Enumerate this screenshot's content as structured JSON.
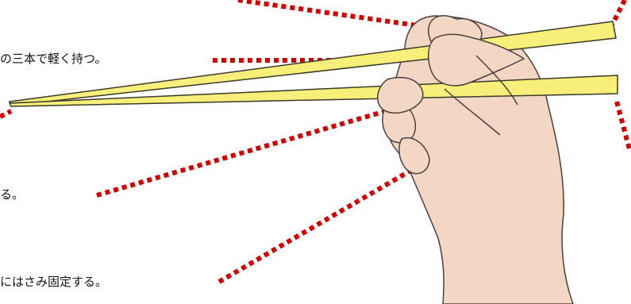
{
  "captions": {
    "top": "の三本で軽く持つ。",
    "middle": "る。",
    "bottom": "にはさみ固定する。"
  },
  "colors": {
    "chopstick_fill": "#f7ef7a",
    "chopstick_stroke": "#3a3a2a",
    "skin": "#f3d6c3",
    "skin_outline": "#4a4040",
    "guide_line": "#d40000"
  }
}
